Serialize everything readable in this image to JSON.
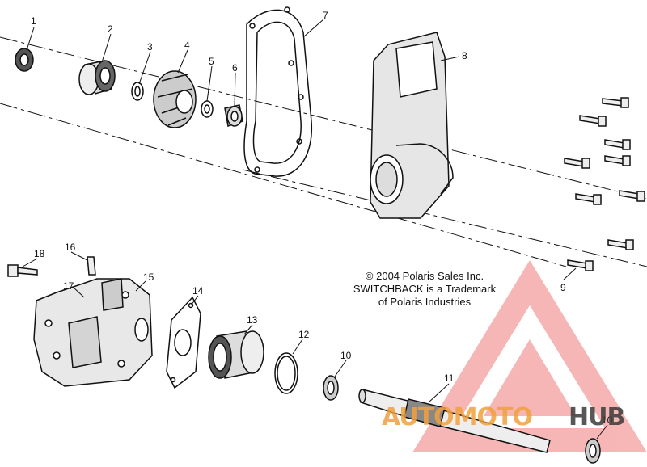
{
  "callouts": {
    "c1": "1",
    "c2": "2",
    "c3": "3",
    "c4": "4",
    "c5": "5",
    "c6": "6",
    "c7": "7",
    "c8": "8",
    "c9": "9",
    "c10a": "10",
    "c10b": "10",
    "c11": "11",
    "c12": "12",
    "c13": "13",
    "c14": "14",
    "c15": "15",
    "c16": "16",
    "c17": "17",
    "c18": "18"
  },
  "notice": {
    "line1": "© 2004 Polaris Sales Inc.",
    "line2": "SWITCHBACK is a Trademark",
    "line3": "of Polaris Industries"
  },
  "watermark": {
    "part1": "AUTOMOTO",
    "part2": "HUB",
    "color_primary": "#e8232a",
    "color_secondary": "#f2a13b",
    "color_dark": "#3a3a3a"
  }
}
